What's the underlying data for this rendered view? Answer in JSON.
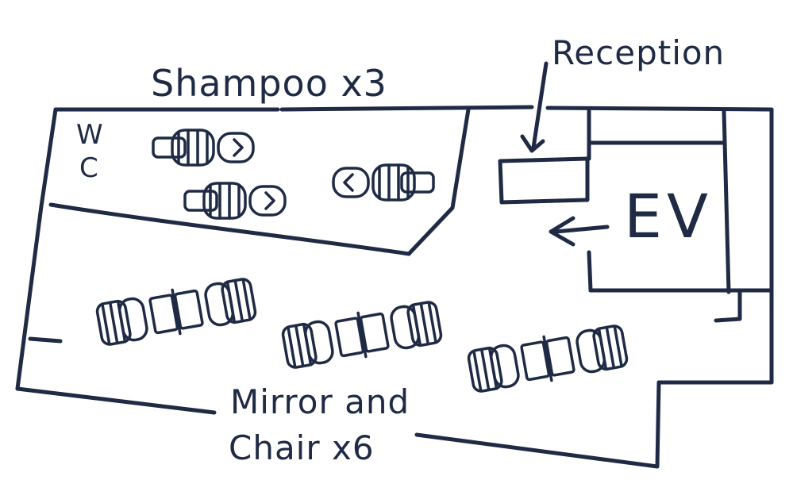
{
  "labels": {
    "shampoo": "Shampoo x3",
    "reception": "Reception",
    "wc_w": "W",
    "wc_c": "C",
    "ev": "EV",
    "mirror_line1": "Mirror and",
    "mirror_line2": "Chair x6"
  },
  "colors": {
    "ink": "#1f2a44",
    "paper": "#ffffff"
  },
  "counts": {
    "shampoo_stations": 3,
    "mirror_chairs": 6
  }
}
